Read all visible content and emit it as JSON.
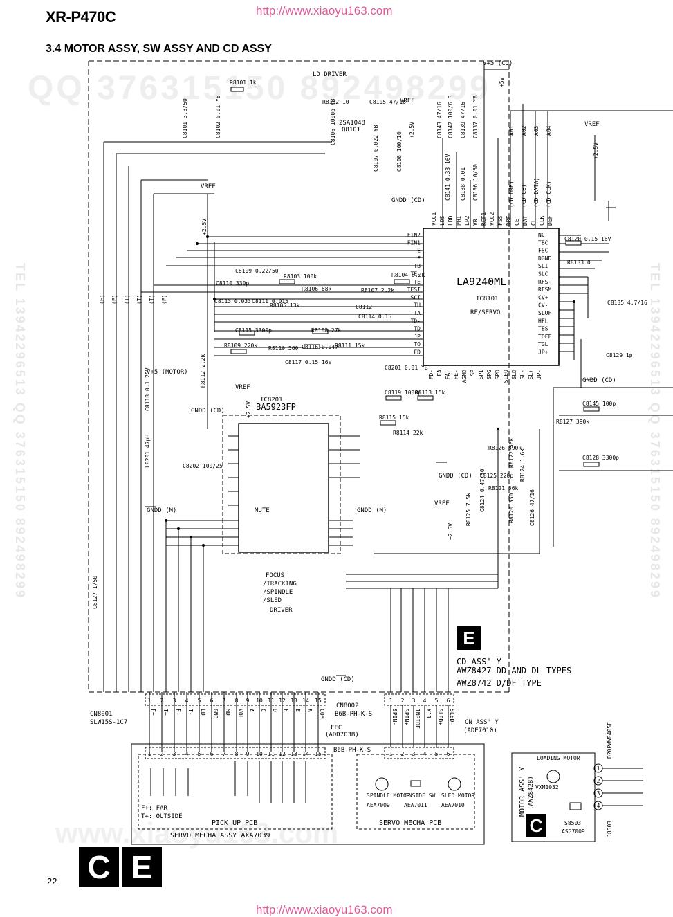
{
  "header": {
    "model": "XR-P470C",
    "url_top": "http://www.xiaoyu163.com",
    "url_bottom": "http://www.xiaoyu163.com",
    "section_title": "3.4 MOTOR ASSY, SW ASSY AND CD ASSY",
    "page_number": "22"
  },
  "watermarks": {
    "top": "QQ 376315150   892498299",
    "left_vertical": "TEL 13942296513  QQ 376315150  892498299",
    "right_vertical": "TEL 13942296513  QQ 376315150  892498299",
    "bottom": "www.xiaoyu163.com"
  },
  "schematic": {
    "ld_driver": "LD DRIVER",
    "supply_cd": "V+5 (CD)",
    "vref": "VREF",
    "plus25v": "+2.5V",
    "plus5v": "+5V",
    "gndd_cd": "GNDD (CD)",
    "gndd_m": "GNDD (M)",
    "vmotor": "V+5 (MOTOR)",
    "ic_main_name": "LA9240ML",
    "ic_main_ref": "IC8101",
    "ic_main_func": "RF/SERVO",
    "ic_drv_ref": "IC8201",
    "ic_drv_name": "BA5923FP",
    "mute": "MUTE",
    "driver_desc_1": "FOCUS",
    "driver_desc_2": "/TRACKING",
    "driver_desc_3": "/SPINDLE",
    "driver_desc_4": "/SLED",
    "driver_desc_5": "DRIVER",
    "q8101": "2SA1048",
    "q8101_ref": "Q8101",
    "left_ic_pins": [
      "FIN2",
      "FIN1",
      "E",
      "F",
      "TB",
      "TE-",
      "TE",
      "TESI",
      "SCI",
      "TH",
      "TA",
      "TD-",
      "TD",
      "JP",
      "TO",
      "FD"
    ],
    "right_ic_pins": [
      "NC",
      "TBC",
      "FSC",
      "DGND",
      "SLI",
      "SLC",
      "RFS-",
      "RFSM",
      "CV+",
      "CV-",
      "SLOF",
      "HFL",
      "TES",
      "TOFF",
      "TGL",
      "JP+"
    ],
    "top_ic_pins": [
      "VCC1",
      "LDS",
      "LDD",
      "PHI",
      "LP2",
      "VR",
      "REF1",
      "VCC2",
      "FSS",
      "DRF",
      "CE",
      "DAT",
      "CL",
      "CLK",
      "DEF"
    ],
    "bottom_ic_pins": [
      "FD-",
      "FA",
      "FA-",
      "FE-",
      "AGND",
      "SP",
      "SPI",
      "SPG",
      "SPD",
      "SLEO",
      "SLD",
      "SL-",
      "SL+",
      "JP-"
    ],
    "bus_labels": [
      "A01",
      "A02",
      "A03",
      "A04"
    ],
    "bus_cd_labels": [
      "(CD DRF)",
      "(CD CE)",
      "(CD DATA)",
      "(CD CLK)"
    ],
    "components": [
      "R8101 1k",
      "R8102 10",
      "C8105 47/16",
      "C8101 3.3/50",
      "C8102 0.01 YB",
      "C8106 1000p YB",
      "C8107 0.022 YB",
      "C8108 100/10",
      "C8143 47/16",
      "C8142 100/6.3",
      "C8139 47/16",
      "C8137 0.01 YB",
      "C8141 0.33 16V",
      "C8138 0.01",
      "C8136 10/50",
      "C8109 0.22/50",
      "R8103 100k",
      "R8104 6.2k",
      "C8110 330p",
      "R8106 68k",
      "R8107 2.2k",
      "C8113 0.033",
      "C8111 0.015",
      "R8105 13k",
      "C8112",
      "C8114 0.15",
      "C8115 3300p",
      "R8108 27k",
      "R8109 220k",
      "R8110 560",
      "C8116 0.047",
      "R8111 15k",
      "C8117 0.15 16V",
      "R8112 2.2k",
      "C8118 0.1 25V",
      "L8201 47µH",
      "C8202 100/25",
      "C8201 0.01 YB",
      "C8119 1000p",
      "R8113 15k",
      "R8115 15k",
      "R8114 22k",
      "C8120 0.15 16V",
      "R8133 0",
      "C8135 4.7/16",
      "C8129 1p",
      "C8145 100p",
      "R8127 390k",
      "C8128 3300p",
      "R8126 390k",
      "C8125 220p",
      "R8121 56k",
      "R8122 56k",
      "R8124 1.6k",
      "R8125 7.5k",
      "C8124 0.47/50",
      "R8120 330",
      "C8126 47/16",
      "C8127 1/50"
    ],
    "signals_in": [
      "(F)",
      "(F)",
      "(T)",
      "(T)",
      "(T)",
      "(F)"
    ]
  },
  "connectors": {
    "cn8001_ref": "CN8001",
    "cn8001_type": "SLW15S-1C7",
    "cn8001_pins": [
      "F+",
      "T+",
      "F-",
      "T-",
      "LD",
      "GND",
      "MD",
      "VOL",
      "A",
      "C",
      "D",
      "F",
      "E",
      "B",
      "COM"
    ],
    "cn8002_ref": "CN8002",
    "cn8002_type": "B6B-PH-K-S",
    "cn8002_pins": [
      "SPIN-",
      "SPIN+",
      "INSIDE",
      "K11",
      "SLED+",
      "SLED-"
    ],
    "ffc": "FFC",
    "ffc_part": "(ADD703B)",
    "cn_assy": "CN ASS' Y",
    "cn_assy_part": "(ADE7010)",
    "b6b_lower": "B6B-PH-K-S",
    "j8503": "J8503",
    "j8503_type": "D20PWW0405E",
    "j8503_pins": [
      "1",
      "2",
      "3",
      "4"
    ]
  },
  "cd_assy": {
    "badge": "E",
    "title": "CD ASS' Y",
    "line1": "AWZ8427 DD AND DL TYPES",
    "line2": "AWZ8742 D/DF TYPE"
  },
  "pickup": {
    "title": "PICK UP PCB",
    "note1": "F+: FAR",
    "note2": "T+: OUTSIDE",
    "servo_assy": "SERVO MECHA ASSY AXA7039",
    "servo_pcb": "SERVO MECHA PCB",
    "spindle": "SPINDLE MOTOR",
    "spindle_part": "AEA7009",
    "inside_sw": "INSIDE SW",
    "inside_part": "AEA7011",
    "sled": "SLED MOTOR",
    "sled_part": "AEA7010"
  },
  "motor_assy": {
    "badge": "C",
    "title": "MOTOR ASS' Y",
    "part": "(AWZ8428)",
    "loading": "LOADING MOTOR",
    "vxm": "VXM1032",
    "sw": "S8503",
    "sw_part": "ASG7009"
  },
  "footer_badges": [
    "C",
    "E"
  ]
}
